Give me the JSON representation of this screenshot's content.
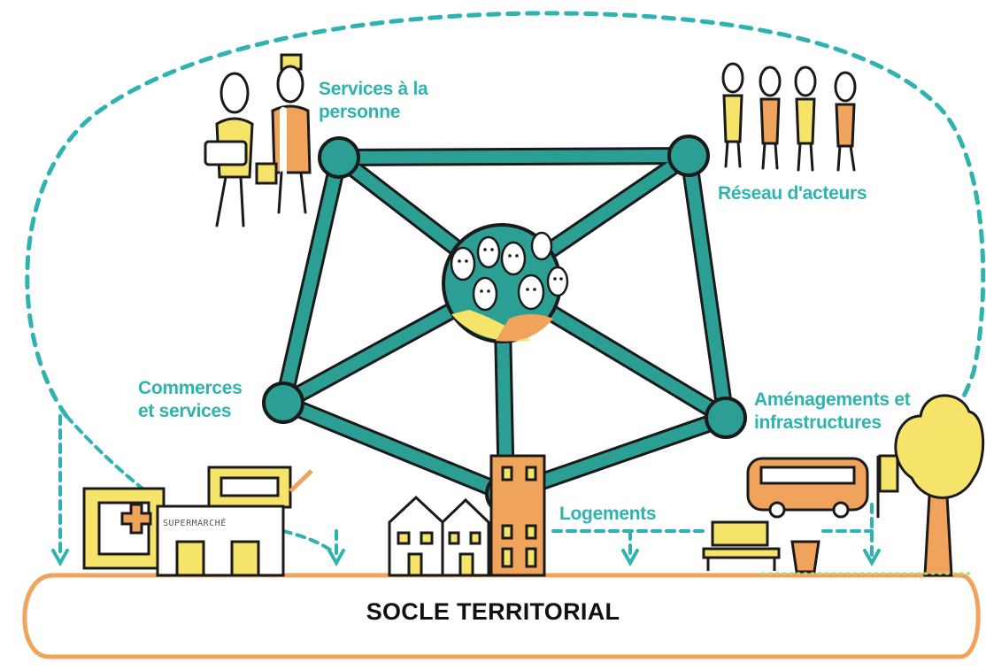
{
  "nodes": {
    "services": {
      "line1": "Services à la",
      "line2": "personne"
    },
    "reseau": {
      "line1": "Réseau d'acteurs"
    },
    "commerces": {
      "line1": "Commerces",
      "line2": "et services"
    },
    "amenagements": {
      "line1": "Aménagements et",
      "line2": "infrastructures"
    },
    "logements": {
      "line1": "Logements"
    }
  },
  "base": {
    "label": "SOCLE TERRITORIAL"
  },
  "store": {
    "sign": "SUPERMARCHÉ"
  },
  "colors": {
    "teal": "#2fb3b0",
    "teal_dark": "#1f8f86",
    "orange": "#f0a35a",
    "yellow": "#f6e46a",
    "outline": "#1a1a1a"
  },
  "icons": [
    "person-icon",
    "doctor-icon",
    "crowd-icon",
    "pharmacy-icon",
    "supermarket-icon",
    "house-icon",
    "building-icon",
    "bus-icon",
    "bench-icon",
    "trash-bin-icon",
    "tree-icon",
    "bus-stop-icon"
  ]
}
